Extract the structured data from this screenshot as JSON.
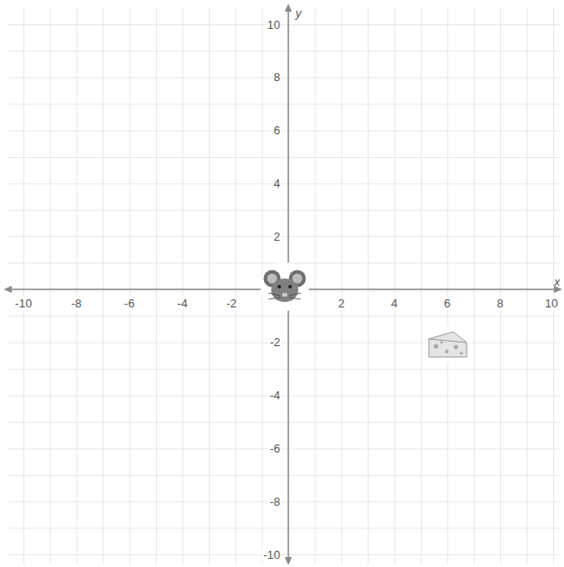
{
  "diagram": {
    "labels": [
      "-10",
      "-8",
      "-6",
      "-4",
      "-2",
      "2",
      "4",
      "6",
      "8",
      "10",
      "10",
      "8",
      "6",
      "4",
      "2",
      "-2",
      "-4",
      "-6",
      "-8",
      "-10",
      "y",
      "x"
    ]
  }
}
